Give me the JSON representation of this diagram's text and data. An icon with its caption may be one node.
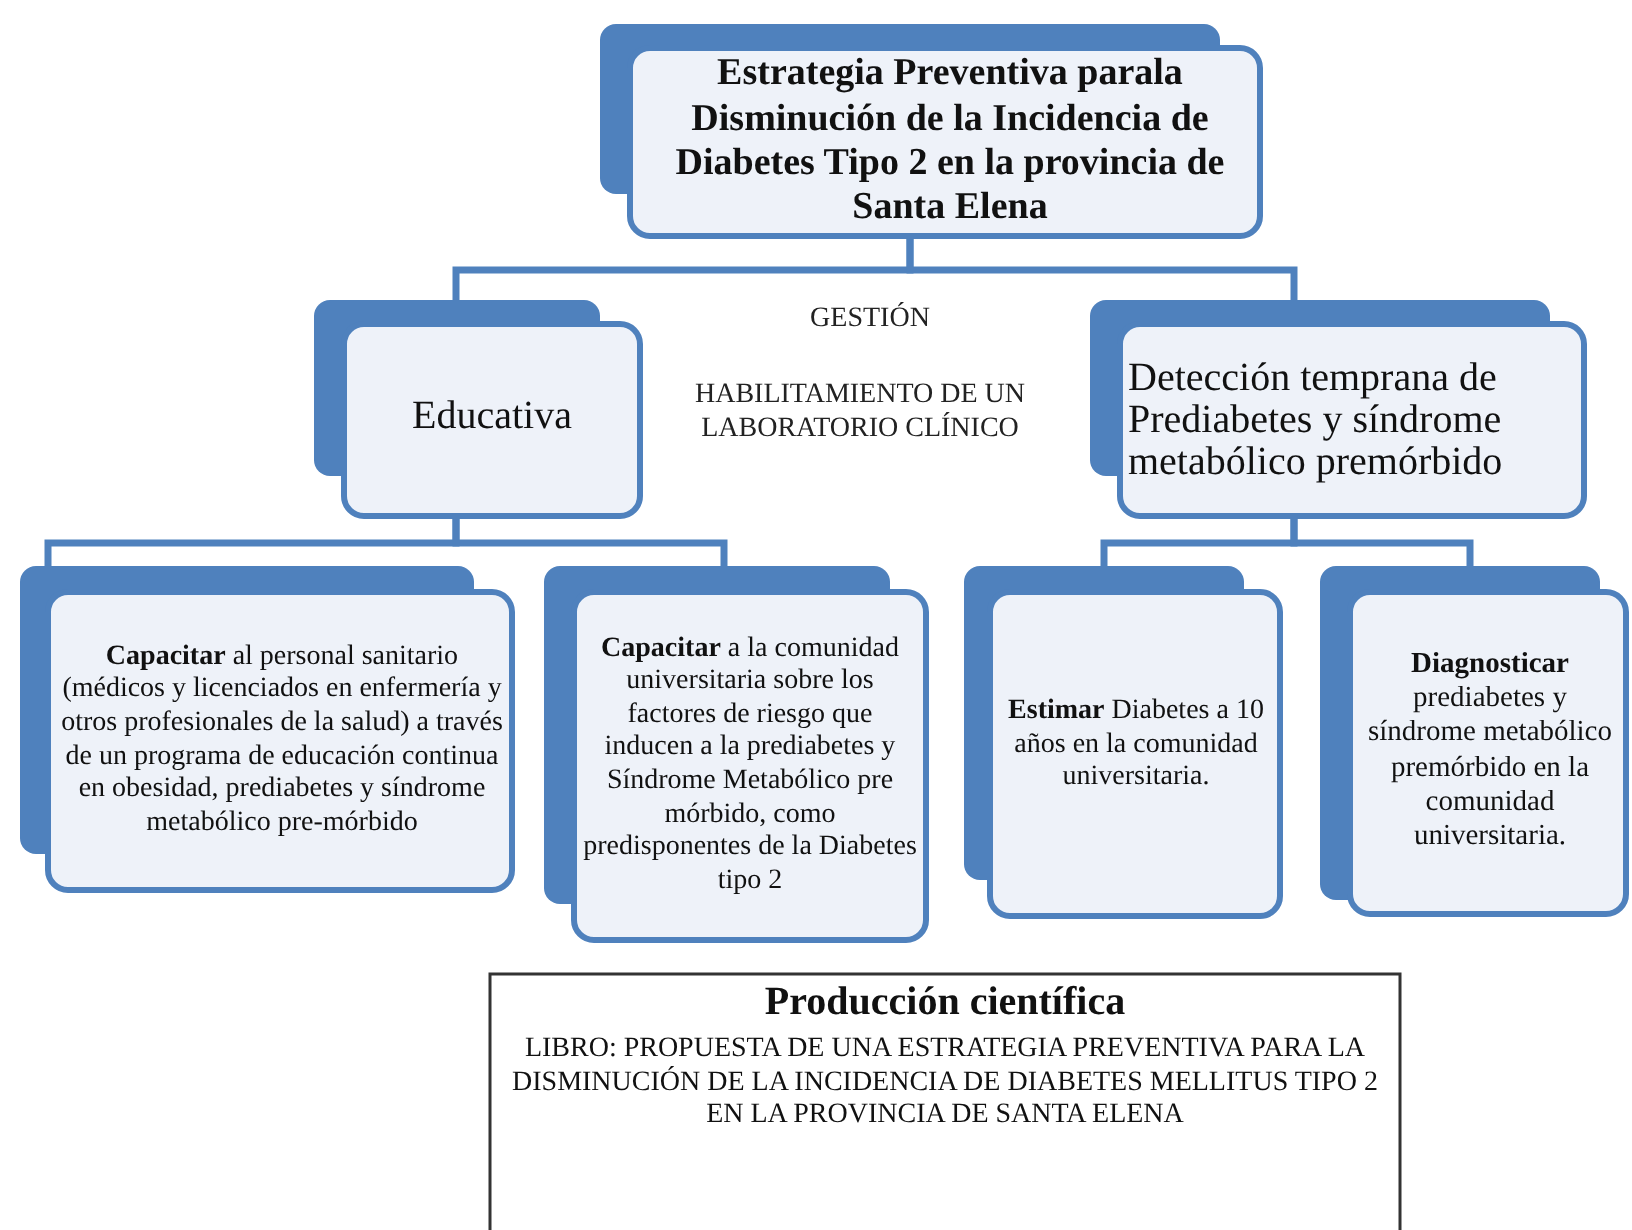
{
  "diagram": {
    "nodes": [
      {
        "text": [
          "Estrategia Preventiva parala Disminución de la Incidencia de Diabetes Tipo 2 en la provincia de Santa Elena"
        ]
      },
      {
        "text": [
          "Educativa"
        ]
      },
      {
        "text": [
          "Detección temprana de Prediabetes y síndrome metabólico premórbido"
        ]
      },
      {
        "text": [
          "**Capacitar** al personal sanitario (médicos y licenciados en enfermería y otros profesionales de la salud) a través de un programa de educación continua en obesidad, prediabetes y síndrome metabólico pre-mórbido"
        ]
      },
      {
        "text": [
          "**Capacitar** a la comunidad universitaria sobre los factores de riesgo que inducen a la prediabetes y Síndrome Metabólico pre mórbido, como predisponentes de la Diabetes tipo 2"
        ]
      },
      {
        "text": [
          "**Estimar** Diabetes a 10 años en la comunidad universitaria."
        ]
      },
      {
        "text": [
          "**Diagnosticar** prediabetes y síndrome metabólico premórbido en la comunidad universitaria."
        ]
      },
      {
        "text": [
          "Producción científica",
          "LIBRO: PROPUESTA DE UNA ESTRATEGIA PREVENTIVA PARA LA DISMINUCIÓN DE LA INCIDENCIA DE DIABETES MELLITUS TIPO 2 EN LA PROVINCIA DE SANTA ELENA"
        ]
      }
    ],
    "edges": [
      {
        "from": 0,
        "to": 1,
        "arrow": "none"
      },
      {
        "from": 0,
        "to": 2,
        "arrow": "none"
      },
      {
        "from": 1,
        "to": 3,
        "arrow": "none"
      },
      {
        "from": 1,
        "to": 4,
        "arrow": "none"
      },
      {
        "from": 2,
        "to": 5,
        "arrow": "none"
      },
      {
        "from": 2,
        "to": 6,
        "arrow": "none"
      }
    ],
    "labels": [
      "GESTIÓN",
      "HABILITAMIENTO DE UN LABORATORIO CLÍNICO"
    ]
  }
}
